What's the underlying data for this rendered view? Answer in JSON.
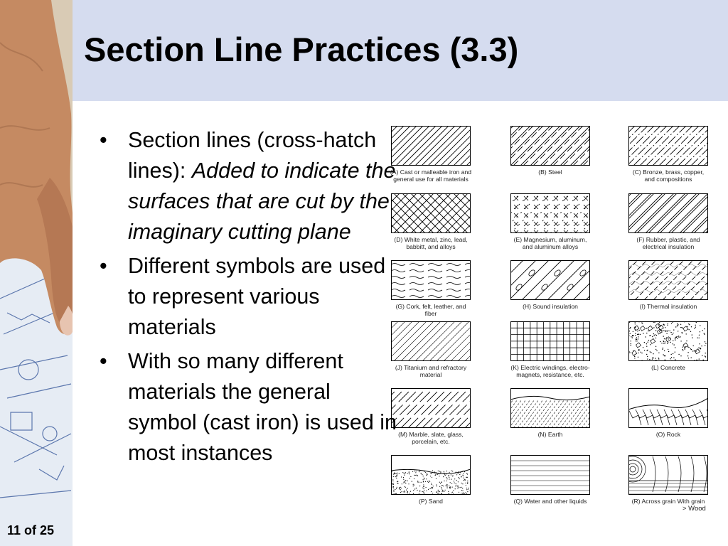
{
  "slide": {
    "title": "Section Line Practices (3.3)",
    "page_number": "11 of 25",
    "bullets": [
      {
        "text": "Section lines (cross-hatch lines):",
        "italic": "Added to indicate the surfaces that are cut by the imaginary cutting plane"
      },
      {
        "text": "Different symbols are used to represent various materials",
        "italic": ""
      },
      {
        "text": "With so many different materials the general symbol (cast iron) is used in most instances",
        "italic": ""
      }
    ]
  },
  "materials": [
    {
      "label": "(A) Cast or malleable iron and general use for all materials",
      "pattern": "diag"
    },
    {
      "label": "(B) Steel",
      "pattern": "diag-pairs"
    },
    {
      "label": "(C) Bronze, brass, copper, and compositions",
      "pattern": "diag-dashed"
    },
    {
      "label": "(D) White metal, zinc, lead, babbitt, and alloys",
      "pattern": "crosshatch"
    },
    {
      "label": "(E) Magnesium, aluminum, and aluminum alloys",
      "pattern": "x-marks"
    },
    {
      "label": "(F) Rubber, plastic, and electrical insulation",
      "pattern": "diag-pairs-wide"
    },
    {
      "label": "(G) Cork, felt, leather, and fiber",
      "pattern": "wavy-dash"
    },
    {
      "label": "(H) Sound insulation",
      "pattern": "diag-ovals"
    },
    {
      "label": "(I) Thermal insulation",
      "pattern": "zigzag"
    },
    {
      "label": "(J) Titanium and refractory material",
      "pattern": "diag-alt"
    },
    {
      "label": "(K) Electric windings, electro-magnets, resistance, etc.",
      "pattern": "grid"
    },
    {
      "label": "(L) Concrete",
      "pattern": "concrete"
    },
    {
      "label": "(M) Marble, slate, glass, porcelain, etc.",
      "pattern": "diag-dashed-light"
    },
    {
      "label": "(N) Earth",
      "pattern": "earth"
    },
    {
      "label": "(O) Rock",
      "pattern": "rock"
    },
    {
      "label": "(P) Sand",
      "pattern": "sand"
    },
    {
      "label": "(Q) Water and other liquids",
      "pattern": "water"
    },
    {
      "label": "(R) Across grain With grain",
      "pattern": "wood"
    }
  ],
  "wood_label": "> Wood"
}
